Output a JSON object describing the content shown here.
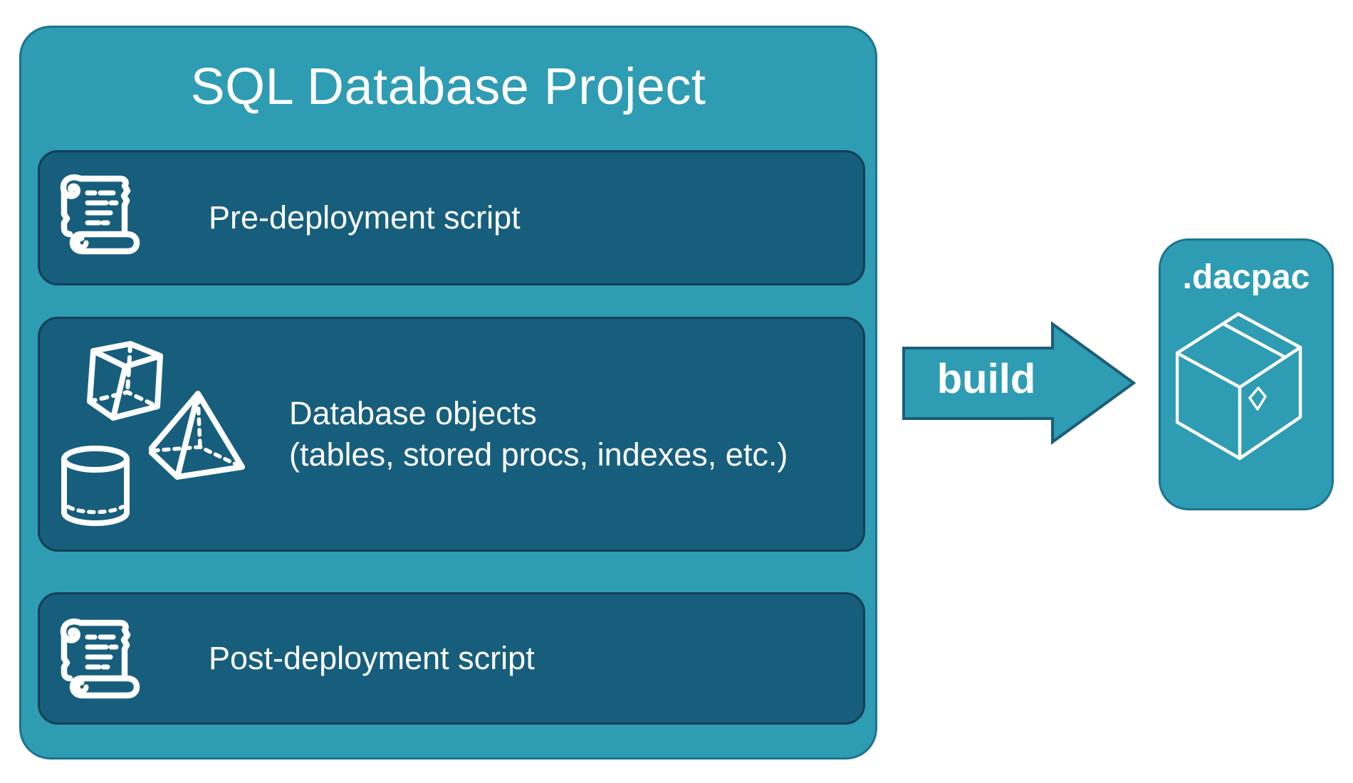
{
  "diagram": {
    "title": "SQL Database Project",
    "project_items": [
      {
        "label": "Pre-deployment script",
        "icon": "scroll-icon"
      },
      {
        "label": "Database objects",
        "sublabel": "(tables, stored procs, indexes, etc.)",
        "icons": [
          "cube-icon",
          "pyramid-icon",
          "cylinder-icon"
        ]
      },
      {
        "label": "Post-deployment script",
        "icon": "scroll-icon"
      }
    ],
    "arrow": {
      "label": "build",
      "icon": "right-block-arrow"
    },
    "output": {
      "label": ".dacpac",
      "icon": "package-icon"
    },
    "colors": {
      "teal": "#2E9CB3",
      "teal_border": "#1C7490",
      "panel": "#175E7D",
      "panel_border": "#123E54",
      "text": "#FFFFFF"
    }
  }
}
